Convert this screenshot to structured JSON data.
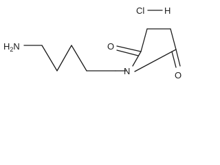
{
  "molecule": {
    "salt_component": {
      "chlorine": "Cl",
      "hydrogen": "H"
    },
    "amine": {
      "hydrogen": "H",
      "subscript": "2",
      "nitrogen": "N"
    },
    "ring_nitrogen": "N",
    "carbonyl_oxygen_top": "O",
    "carbonyl_oxygen_bottom": "O"
  }
}
